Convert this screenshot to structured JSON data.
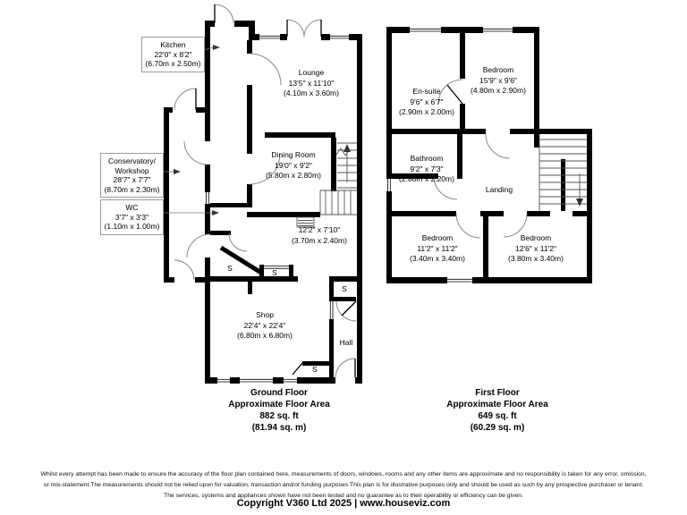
{
  "ground_floor": {
    "caption": {
      "title": "Ground Floor",
      "subtitle": "Approximate Floor Area",
      "area_imperial": "882 sq. ft",
      "area_metric": "(81.94 sq. m)"
    },
    "rooms": {
      "lounge": {
        "name": "Lounge",
        "size_imperial": "13'5\" x 11'10\"",
        "size_metric": "(4.10m x 3.60m)"
      },
      "dining": {
        "name": "Dining Room",
        "size_imperial": "19'0\" x 9'2\"",
        "size_metric": "(5.80m x 2.80m)"
      },
      "rear_room": {
        "size_imperial": "12'2\" x 7'10\"",
        "size_metric": "(3.70m x 2.40m)"
      },
      "shop": {
        "name": "Shop",
        "size_imperial": "22'4\" x 22'4\"",
        "size_metric": "(6.80m x 6.80m)"
      },
      "hall": {
        "name": "Hall"
      }
    },
    "callouts": {
      "kitchen": {
        "name": "Kitchen",
        "size_imperial": "22'0\" x 8'2\"",
        "size_metric": "(6.70m x 2.50m)"
      },
      "conservatory": {
        "name": "Conservatory/\nWorkshop",
        "size_imperial": "28'7\" x 7'7\"",
        "size_metric": "(8.70m x 2.30m)"
      },
      "wc": {
        "name": "WC",
        "size_imperial": "3'7\" x 3'3\"",
        "size_metric": "(1.10m x 1.00m)"
      }
    },
    "storage_label": "S"
  },
  "first_floor": {
    "caption": {
      "title": "First Floor",
      "subtitle": "Approximate Floor Area",
      "area_imperial": "649 sq. ft",
      "area_metric": "(60.29 sq. m)"
    },
    "rooms": {
      "ensuite": {
        "name": "En-suite",
        "size_imperial": "9'6\" x 6'7\"",
        "size_metric": "(2.90m x 2.00m)"
      },
      "bedroom1": {
        "name": "Bedroom",
        "size_imperial": "15'9\" x 9'6\"",
        "size_metric": "(4.80m x 2.90m)"
      },
      "bathroom": {
        "name": "Bathroom",
        "size_imperial": "9'2\" x 7'3\"",
        "size_metric": "(2.80m x 2.20m)"
      },
      "landing": {
        "name": "Landing"
      },
      "bedroom2": {
        "name": "Bedroom",
        "size_imperial": "11'2\" x 11'2\"",
        "size_metric": "(3.40m x 3.40m)"
      },
      "bedroom3": {
        "name": "Bedroom",
        "size_imperial": "12'6\" x 11'2\"",
        "size_metric": "(3.80m x 3.40m)"
      }
    }
  },
  "footer": {
    "disclaimer": [
      "Whilst every attempt has been made to ensure the accuracy of the floor plan contained here, measurements of doors, windows, rooms and any other items are approximate and no responsibility is taken for any error, omission,",
      "or mis-statement.The measurements should not be relied upon for valuation, transaction and/or funding purposes This plan is for illustrative purposes only and should be used as such by any prospective purchaser or tenant.",
      "The services, systems and appliances shown have not been tested and no guarantee as to their operability or efficiency can be given."
    ],
    "copyright": "Copyright V360 Ltd 2025 | www.houseviz.com"
  },
  "colors": {
    "wall": "#000000",
    "background": "#ffffff",
    "door_arc": "#888888",
    "callout_border": "#9a9a9a"
  }
}
